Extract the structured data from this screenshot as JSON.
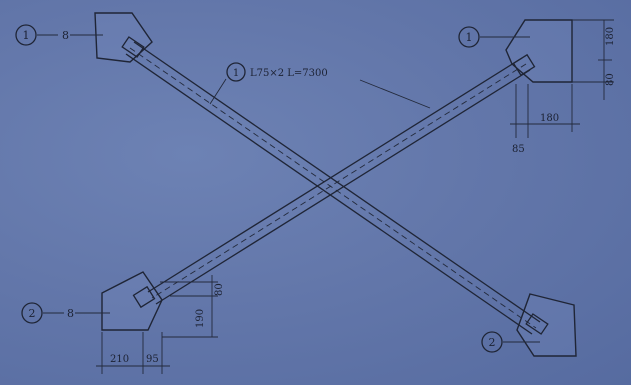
{
  "labels": {
    "topleft_marker": "1",
    "topleft_thickness": "8",
    "topright_marker": "1",
    "bottomleft_marker": "2",
    "bottomleft_thickness": "8",
    "bottomright_marker": "2",
    "brace_marker": "1",
    "brace_spec": "L75×2 L=7300"
  },
  "dimensions": {
    "tr_vertical_top": "180",
    "tr_vertical_bottom": "80",
    "tr_horizontal": "180",
    "tr_edge": "85",
    "bl_vertical_a": "80",
    "bl_vertical_b": "190",
    "bl_horizontal_a": "210",
    "bl_horizontal_b": "95"
  }
}
